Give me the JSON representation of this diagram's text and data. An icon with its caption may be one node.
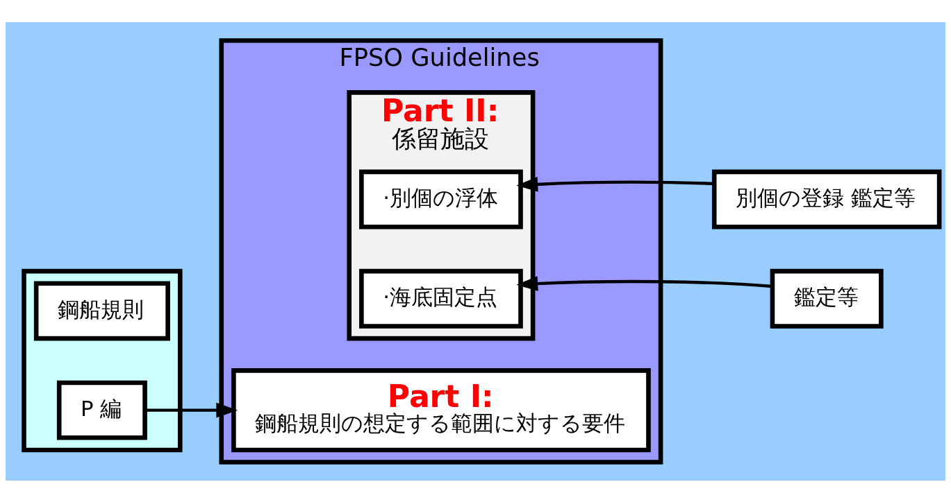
{
  "diagram": {
    "nodes": [
      {
        "text": [],
        "shape": "box"
      },
      {
        "text": [
          "鋼船規則"
        ],
        "in": 0
      },
      {
        "text": [
          "P 編"
        ],
        "in": 0
      },
      {
        "text": [
          "FPSO Guidelines"
        ]
      },
      {
        "text": [
          "Part I:",
          "鋼船規則の想定する範囲に対する要件"
        ],
        "in": 3
      },
      {
        "text": [
          "Part II:",
          "係留施設"
        ],
        "in": 3
      },
      {
        "text": [
          "·別個の浮体"
        ],
        "in": 5
      },
      {
        "text": [
          "·海底固定点"
        ],
        "in": 5
      },
      {
        "text": [
          "別個の登録 鑑定等"
        ]
      },
      {
        "text": [
          "鑑定等"
        ]
      }
    ],
    "edges": [
      {
        "from": 2,
        "to": 4,
        "arrow": "to"
      },
      {
        "from": 8,
        "to": 6,
        "arrow": "to"
      },
      {
        "from": 9,
        "to": 7,
        "arrow": "to"
      }
    ]
  }
}
